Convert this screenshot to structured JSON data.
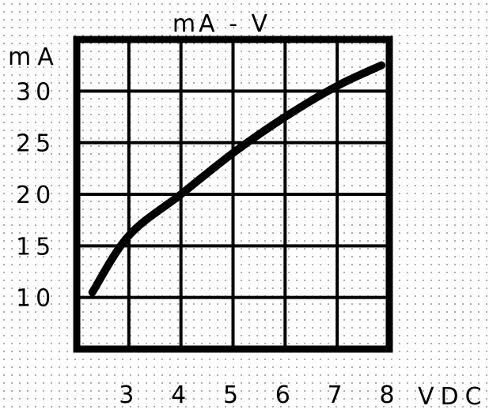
{
  "chart_data": {
    "type": "line",
    "title": "mA - V",
    "xlabel": "VDC",
    "ylabel": "mA",
    "xlim": [
      2,
      8
    ],
    "ylim": [
      5,
      35
    ],
    "x_ticks": [
      "3",
      "4",
      "5",
      "6",
      "7",
      "8"
    ],
    "y_ticks": [
      "30",
      "25",
      "20",
      "15",
      "10"
    ],
    "grid": true,
    "series": [
      {
        "x": [
          2.3,
          3,
          4,
          5,
          6,
          7,
          7.85
        ],
        "y": [
          10.5,
          16,
          20,
          24,
          27.5,
          30.5,
          32.5
        ],
        "color": "#000000"
      }
    ],
    "colors": {
      "background": "#ffffff",
      "dots": "#9a9a9a",
      "grid": "#000000",
      "curve": "#000000"
    }
  }
}
